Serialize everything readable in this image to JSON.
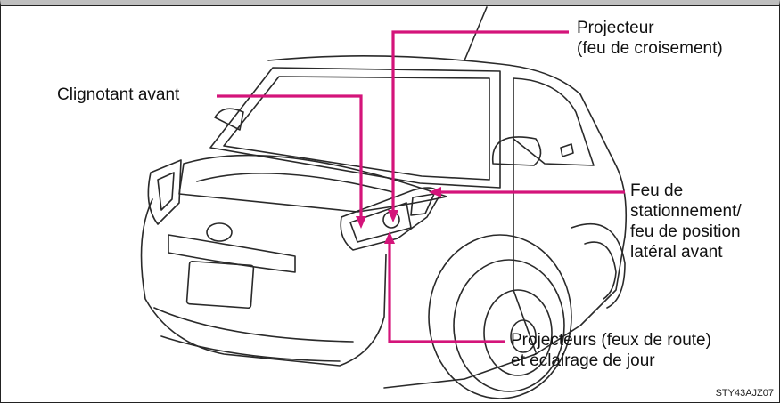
{
  "labels": {
    "projecteur": "Projecteur\n(feu de croisement)",
    "clignotant": "Clignotant avant",
    "stationnement": "Feu de\nstationnement/\nfeu de position\nlatéral avant",
    "route": "Projecteurs (feux de route)\net éclairage de jour"
  },
  "figure_code": "STY43AJZ07",
  "colors": {
    "leader": "#d4147a",
    "outline": "#2a2a2a",
    "frame_top": "#bfbfbf"
  }
}
